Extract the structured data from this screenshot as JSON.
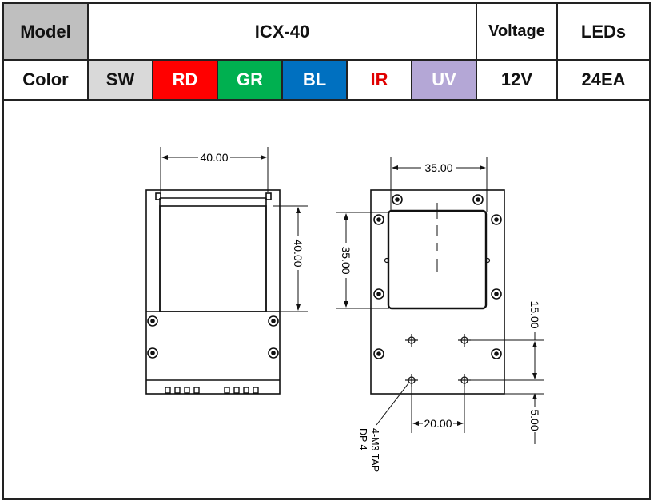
{
  "header": {
    "model_label": "Model",
    "model_value": "ICX-40",
    "voltage_label": "Voltage",
    "leds_label": "LEDs",
    "color_label": "Color",
    "voltage_value": "12V",
    "leds_value": "24EA"
  },
  "colors": [
    {
      "label": "SW",
      "bg": "#d9d9d9",
      "fg": "#111111"
    },
    {
      "label": "RD",
      "bg": "#ff0000",
      "fg": "#ffffff"
    },
    {
      "label": "GR",
      "bg": "#00b050",
      "fg": "#ffffff"
    },
    {
      "label": "BL",
      "bg": "#0070c0",
      "fg": "#ffffff"
    },
    {
      "label": "IR",
      "bg": "#ffffff",
      "fg": "#e00000"
    },
    {
      "label": "UV",
      "bg": "#b4a7d6",
      "fg": "#ffffff"
    }
  ],
  "model_label_bg": "#bfbfbf",
  "drawing": {
    "front_width": "40.00",
    "front_height": "40.00",
    "back_width": "35.00",
    "back_height": "35.00",
    "hole_vertical": "15.00",
    "hole_horizontal": "20.00",
    "hole_edge": "5.00",
    "tap_line1": "4-M3 TAP",
    "tap_line2": "DP 4"
  }
}
